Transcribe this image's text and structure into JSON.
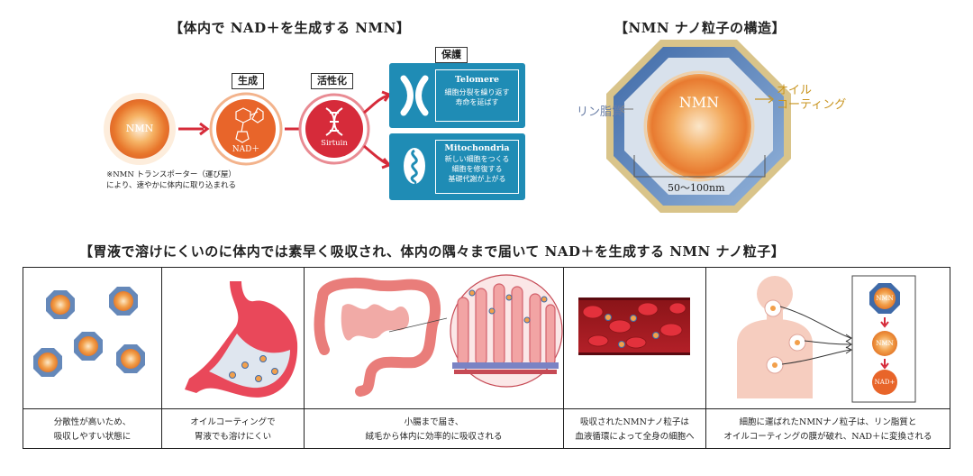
{
  "top_left": {
    "title": "【体内で NAD＋を生成する NMN】",
    "nmn_label": "NMN",
    "tag_seisei": "生成",
    "nad_label": "NAD＋",
    "tag_kasseika": "活性化",
    "sirtuin_label": "Sirtuin",
    "tag_hogo": "保護",
    "note_line1": "※NMN トランスポーター（運び屋）",
    "note_line2": "により、速やかに体内に取り込まれる",
    "telomere": {
      "title": "Telomere",
      "line1": "細胞分裂を繰り返す",
      "line2": "寿命を延ばす"
    },
    "mitochondria": {
      "title": "Mitochondria",
      "line1": "新しい細胞をつくる",
      "line2": "細胞を修復する",
      "line3": "基礎代謝が上がる"
    }
  },
  "top_right": {
    "title": "【NMN ナノ粒子の構造】",
    "center_label": "NMN",
    "left_label": "リン脂質",
    "right_label_line1": "オイル",
    "right_label_line2": "コーティング",
    "size_label": "50～100nm"
  },
  "bottom": {
    "title": "【胃液で溶けにくいのに体内では素早く吸収され、体内の隅々まで届いて NAD＋を生成する NMN ナノ粒子】",
    "panels": [
      {
        "line1": "分散性が高いため、",
        "line2": "吸収しやすい状態に"
      },
      {
        "line1": "オイルコーティングで",
        "line2": "胃液でも溶けにくい"
      },
      {
        "line1": "小腸まで届き、",
        "line2": "絨毛から体内に効率的に吸収される"
      },
      {
        "line1": "吸収されたNMNナノ粒子は",
        "line2": "血液循環によって全身の細胞へ"
      },
      {
        "line1": "細胞に運ばれたNMNナノ粒子は、リン脂質と",
        "line2": "オイルコーティングの膜が破れ、NAD＋に変換される"
      }
    ],
    "stage_labels": {
      "first": "NMN",
      "second": "NMN",
      "third": "NAD+"
    }
  },
  "colors": {
    "blue": "#1f8cb5",
    "orange": "#e8652a",
    "red": "#d62b3a",
    "gold": "#c99520"
  }
}
